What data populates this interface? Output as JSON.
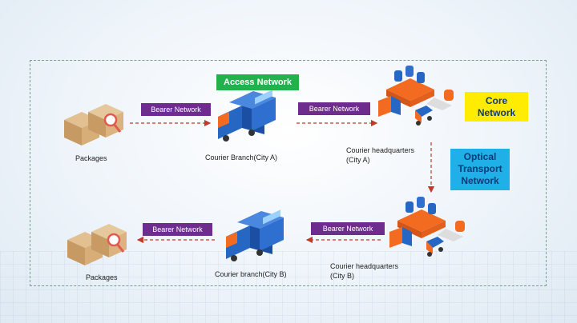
{
  "labels": {
    "access_network": "Access Network",
    "core_network_1": "Core",
    "core_network_2": "Network",
    "optical_1": "Optical",
    "optical_2": "Transport",
    "optical_3": "Network",
    "bearer_network": "Bearer Network",
    "packages": "Packages",
    "courier_branch_a": "Courier Branch(City A)",
    "courier_hq_a_1": "Courier headquarters",
    "courier_hq_a_2": "(City A)",
    "courier_branch_b": "Courier branch(City B)",
    "courier_hq_b_1": "Courier headquarters",
    "courier_hq_b_2": "(City B)"
  },
  "colors": {
    "bearer": "#6d2c8e",
    "access": "#22b14c",
    "core": "#ffec00",
    "optical": "#1fb0e8",
    "arrow": "#c0392b",
    "frame": "#7aa08c"
  },
  "icons": [
    "package-boxes-icon",
    "courier-truck-icon",
    "warehouse-icon"
  ]
}
